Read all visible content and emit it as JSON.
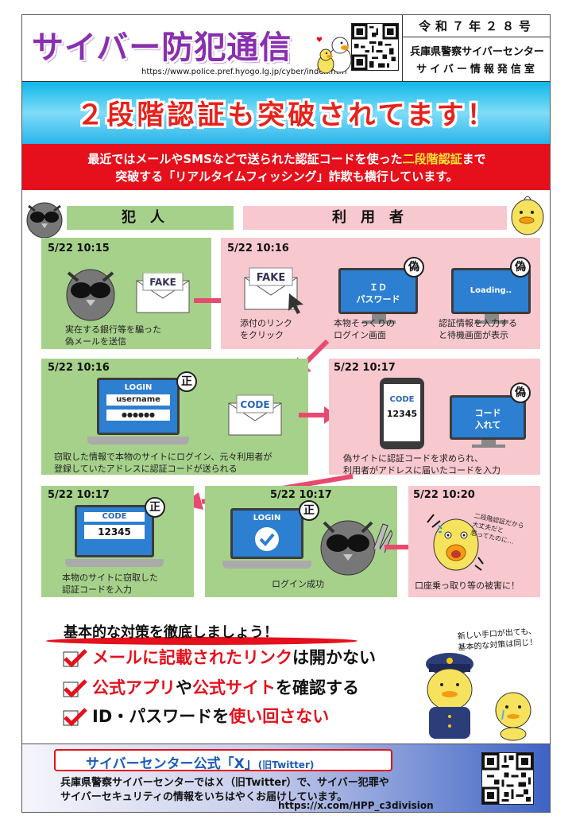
{
  "header": {
    "title": "サイバー防犯通信",
    "url": "https://www.police.pref.hyogo.lg.jp/cyber/index.htm",
    "issue": "令和７年２８号",
    "org_line1": "兵庫県警察サイバーセンター",
    "org_line2": "サイバー情報発信室"
  },
  "banner": {
    "headline": "２段階認証も突破されてます！",
    "warn_pre": "最近ではメールやSMSなどで送られた認証コードを使った",
    "warn_hl": "二段階認証",
    "warn_mid": "まで",
    "warn_line2": "突破する「リアルタイムフィッシング」詐欺も横行しています。"
  },
  "columns": {
    "criminal": "犯人",
    "user": "利用者"
  },
  "flow": {
    "p1": {
      "time": "5/22 10:15",
      "caption_1": "実在する銀行等を騙った",
      "caption_2": "偽メールを送信",
      "envelope": "FAKE"
    },
    "p2": {
      "time": "5/22 10:16",
      "envelope": "FAKE",
      "cap_a1": "添付のリンク",
      "cap_a2": "をクリック",
      "screen_a1": "ＩＤ",
      "screen_a2": "パスワード",
      "cap_b1": "本物そっくりの",
      "cap_b2": "ログイン画面",
      "screen_b": "Loading..",
      "cap_c1": "認証情報を入力する",
      "cap_c2": "と待機画面が表示",
      "badge_fake": "偽"
    },
    "p3": {
      "time": "5/22 10:16",
      "login_label": "LOGIN",
      "username_label": "username",
      "password_mask": "●●●●●●",
      "badge_real": "正",
      "code_label": "CODE",
      "caption_1": "窃取した情報で本物のサイトにログイン、元々利用者が",
      "caption_2": "登録していたアドレスに認証コードが送られる"
    },
    "p4": {
      "time": "5/22 10:17",
      "phone_code": "CODE",
      "phone_digits": "12345",
      "screen_1": "コード",
      "screen_2": "入れて",
      "badge_fake": "偽",
      "caption_1": "偽サイトに認証コードを求められ、",
      "caption_2": "利用者がアドレスに届いたコードを入力"
    },
    "p5": {
      "time": "5/22 10:17",
      "code_label": "CODE",
      "code_digits": "12345",
      "badge_real": "正",
      "caption_1": "本物のサイトに窃取した",
      "caption_2": "認証コードを入力"
    },
    "p6": {
      "time": "5/22 10:17",
      "login_label": "LOGIN",
      "badge_real": "正",
      "caption": "ログイン成功"
    },
    "p7": {
      "time": "5/22 10:20",
      "thought_1": "二段階認証だから",
      "thought_2": "大丈夫だと",
      "thought_3": "思ってたのに…",
      "caption": "口座乗っ取り等の被害に！"
    }
  },
  "measures": {
    "title": "基本的な対策を徹底しましょう！",
    "items": [
      {
        "red": "メールに記載されたリンク",
        "rest": "は開かない"
      },
      {
        "red1": "公式アプリ",
        "mid": "や",
        "red2": "公式サイト",
        "rest": "を確認する"
      },
      {
        "pre": "ID・パスワードを",
        "red": "使い回さない"
      }
    ],
    "note_1": "新しい手口が出ても、",
    "note_2": "基本的な対策は同じ！"
  },
  "footer": {
    "x_title": "サイバーセンター公式「X」",
    "x_sub": "(旧Twitter)",
    "text_1": "兵庫県警察サイバーセンターではＸ（旧Twitter）で、サイバー犯罪や",
    "text_2": "サイバーセキュリティの情報をいちはやくお届けしています。",
    "url": "https://x.com/HPP_c3division"
  },
  "colors": {
    "accent_red": "#e5101b",
    "criminal_green": "#a6d18a",
    "user_pink": "#f8c8cf",
    "banner_blue": "#0fb7ea",
    "title_purple": "#8a2fb0"
  },
  "icons": [
    "qr-code-icon",
    "duck-mascot-icon",
    "owl-criminal-icon",
    "envelope-icon",
    "cursor-icon",
    "monitor-icon",
    "laptop-icon",
    "smartphone-icon",
    "check-icon",
    "police-duck-icon"
  ]
}
